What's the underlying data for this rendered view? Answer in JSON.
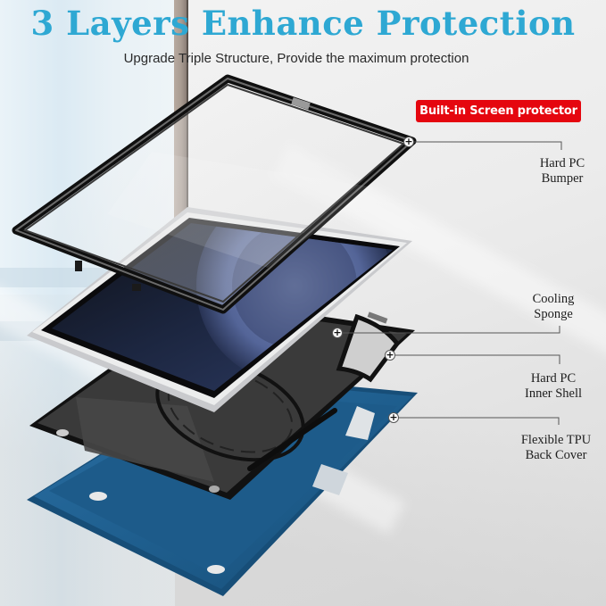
{
  "header": {
    "title": "3 Layers Enhance Protection",
    "subtitle": "Upgrade Triple Structure, Provide the maximum protection"
  },
  "badge": {
    "label": "Built-in Screen protector",
    "color": "#e5060f"
  },
  "callouts": [
    {
      "id": "hard-pc-bumper",
      "lines": [
        "Hard PC",
        "Bumper"
      ],
      "icon": "plus-marker-icon"
    },
    {
      "id": "cooling-sponge",
      "lines": [
        "Cooling",
        "Sponge"
      ],
      "icon": "plus-marker-icon"
    },
    {
      "id": "hard-pc-inner-shell",
      "lines": [
        "Hard PC",
        "Inner Shell"
      ],
      "icon": "plus-marker-icon"
    },
    {
      "id": "flexible-tpu-back-cover",
      "lines": [
        "Flexible TPU",
        "Back Cover"
      ],
      "icon": "plus-marker-icon"
    }
  ],
  "marker_symbol": "+",
  "colors": {
    "title": "#2ea8d3",
    "back_cover_blue": "#1f5f8f",
    "bumper_black": "#151515",
    "inner_shell_gray": "#3a3a3a",
    "tablet_silver": "#d9dadc",
    "screen_navy": "#1c2640"
  }
}
